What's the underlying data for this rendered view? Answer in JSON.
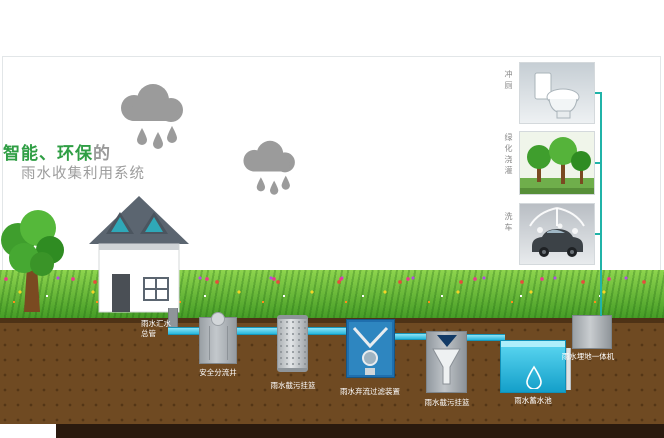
{
  "title": {
    "highlight": "智能、环保",
    "suffix": "的",
    "subtitle": "雨水收集利用系统"
  },
  "system": {
    "main_pipe": "雨水汇水总管",
    "diversion_well": "安全分流井",
    "interception_basket_1": "雨水截污挂篮",
    "filter_device": "雨水弃流过滤装置",
    "interception_basket_2": "雨水截污挂篮",
    "storage_tank": "雨水蓄水池",
    "integrated_machine": "雨水埋地一体机"
  },
  "usages": [
    {
      "label": "冲厕"
    },
    {
      "label": "绿化浇灌"
    },
    {
      "label": "洗车"
    }
  ],
  "colors": {
    "title_green": "#2f9e44",
    "pipe_cyan": "#3ec6e8",
    "connector_teal": "#20b3a8",
    "soil_brown": "#6f4a22",
    "grass_green": "#5fae2e",
    "cloud_gray": "#9b9b9b"
  }
}
